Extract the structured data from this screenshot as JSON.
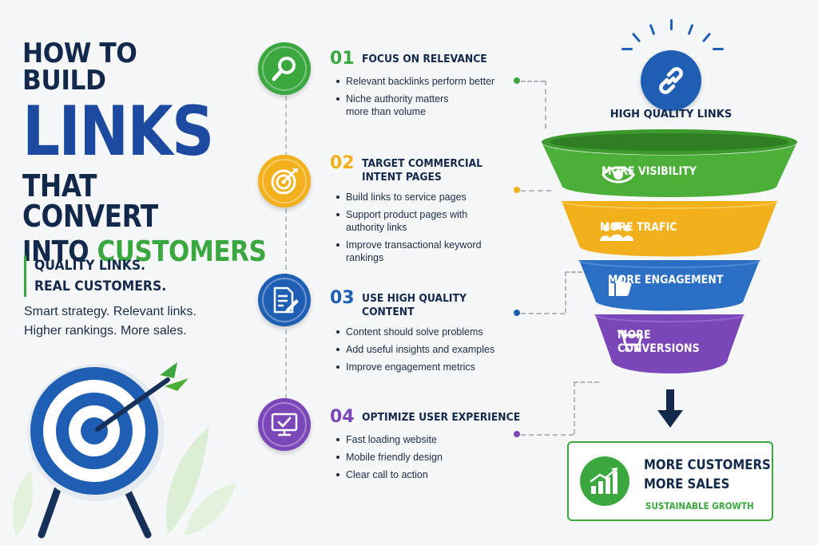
{
  "title": {
    "line1": "HOW TO BUILD",
    "line2": "LINKS",
    "line3": "THAT CONVERT",
    "line4_prefix": "INTO ",
    "line4_highlight": "CUSTOMERS"
  },
  "quality": {
    "line1": "QUALITY LINKS.",
    "line2": "REAL CUSTOMERS."
  },
  "tagline": {
    "line1": "Smart strategy. Relevant links.",
    "line2": "Higher rankings. More sales."
  },
  "steps": [
    {
      "number": "01",
      "heading": [
        "FOCUS ON RELEVANCE"
      ],
      "icon": "magnifier-icon",
      "color": "#3aa83e",
      "bullets": [
        "Relevant backlinks perform better",
        "Niche authority matters more than volume"
      ]
    },
    {
      "number": "02",
      "heading": [
        "TARGET COMMERCIAL",
        "INTENT PAGES"
      ],
      "icon": "target-icon",
      "color": "#f2b11c",
      "bullets": [
        "Build links to service pages",
        "Support product pages with authority links",
        "Improve transactional keyword rankings"
      ]
    },
    {
      "number": "03",
      "heading": [
        "USE HIGH QUALITY CONTENT"
      ],
      "icon": "document-pen-icon",
      "color": "#1f5fb3",
      "bullets": [
        "Content should solve problems",
        "Add useful insights and examples",
        "Improve engagement metrics"
      ]
    },
    {
      "number": "04",
      "heading": [
        "OPTIMIZE USER EXPERIENCE"
      ],
      "icon": "monitor-check-icon",
      "color": "#7a46b8",
      "bullets": [
        "Fast loading website",
        "Mobile friendly design",
        "Clear call to action"
      ]
    }
  ],
  "high_quality": {
    "label": "HIGH QUALITY LINKS",
    "icon": "link-icon"
  },
  "funnel": [
    {
      "label": [
        "MORE VISIBILITY"
      ],
      "icon": "eye-icon",
      "color": "#4caf38"
    },
    {
      "label": [
        "MORE TRAFIC"
      ],
      "icon": "people-icon",
      "color": "#f2b11c"
    },
    {
      "label": [
        "MORE ENGAGEMENT"
      ],
      "icon": "thumbs-up-icon",
      "color": "#2a6fc4"
    },
    {
      "label": [
        "MORE",
        "CONVERSIONS"
      ],
      "icon": "cart-icon",
      "color": "#7a46b8"
    }
  ],
  "result": {
    "line1": "MORE CUSTOMERS",
    "line2": "MORE SALES",
    "line3": "SUSTAINABLE GROWTH",
    "icon": "growth-chart-icon"
  }
}
